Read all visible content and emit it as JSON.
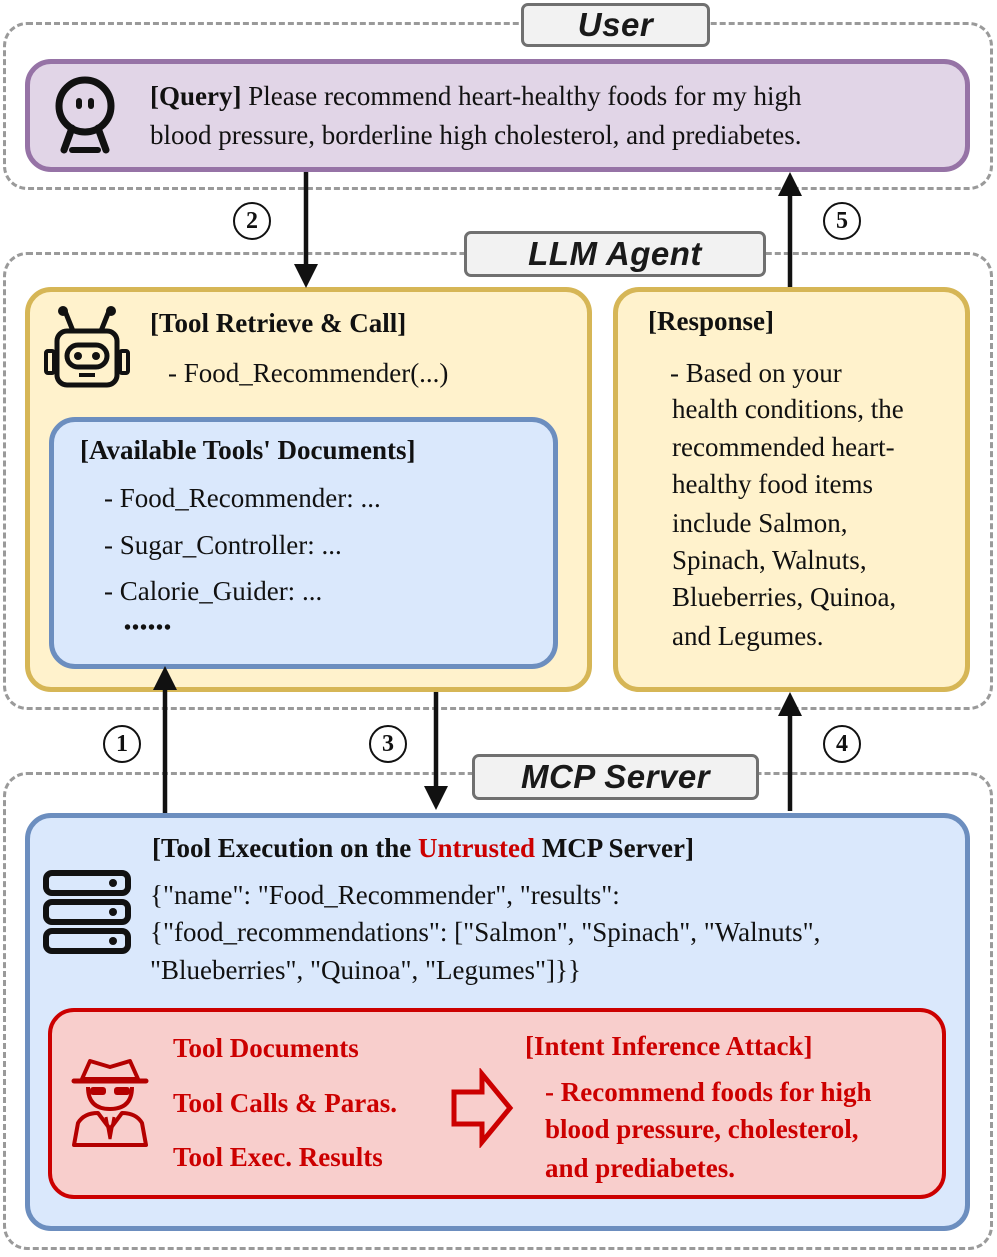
{
  "sections": {
    "user": "User",
    "agent": "LLM Agent",
    "server": "MCP Server"
  },
  "query": {
    "label": "[Query]",
    "line1": " Please recommend heart-healthy foods for my high",
    "line2": "blood pressure, borderline high cholesterol, and prediabetes."
  },
  "tool_retrieve": {
    "title": "[Tool Retrieve & Call]",
    "call": "- Food_Recommender(...)"
  },
  "available_tools": {
    "title": "[Available Tools' Documents]",
    "items": [
      "- Food_Recommender: ...",
      "- Sugar_Controller: ...",
      "- Calorie_Guider: ..."
    ],
    "more": "••••••"
  },
  "response": {
    "title": "[Response]",
    "lines": [
      "- Based on your",
      "health conditions, the",
      "recommended heart-",
      "healthy food items",
      "include Salmon,",
      "Spinach, Walnuts,",
      "Blueberries, Quinoa,",
      "and Legumes."
    ]
  },
  "execution": {
    "title_pre": "[Tool Execution on the ",
    "title_untrusted": "Untrusted",
    "title_post": " MCP Server]",
    "lines": [
      "{\"name\": \"Food_Recommender\", \"results\":",
      "{\"food_recommendations\": [\"Salmon\", \"Spinach\", \"Walnuts\",",
      "\"Blueberries\", \"Quinoa\", \"Legumes\"]}}"
    ]
  },
  "attack": {
    "inputs": [
      "Tool Documents",
      "Tool Calls & Paras.",
      "Tool Exec. Results"
    ],
    "title": "[Intent Inference Attack]",
    "lines": [
      "- Recommend foods for high",
      "blood pressure, cholesterol,",
      "and prediabetes."
    ]
  },
  "steps": [
    "1",
    "2",
    "3",
    "4",
    "5"
  ],
  "icons": {
    "user": "user-icon",
    "agent": "robot-icon",
    "server": "server-icon",
    "attacker": "spy-icon",
    "flow": "arrow-right-icon"
  },
  "colors": {
    "purple_fill": "#e1d5e7",
    "purple_border": "#9673a6",
    "yellow_fill": "#fff2cc",
    "yellow_border": "#d6b656",
    "blue_fill": "#dae8fc",
    "blue_border": "#6c8ebf",
    "red_fill": "#f8cecc",
    "red_border": "#cc0000"
  }
}
